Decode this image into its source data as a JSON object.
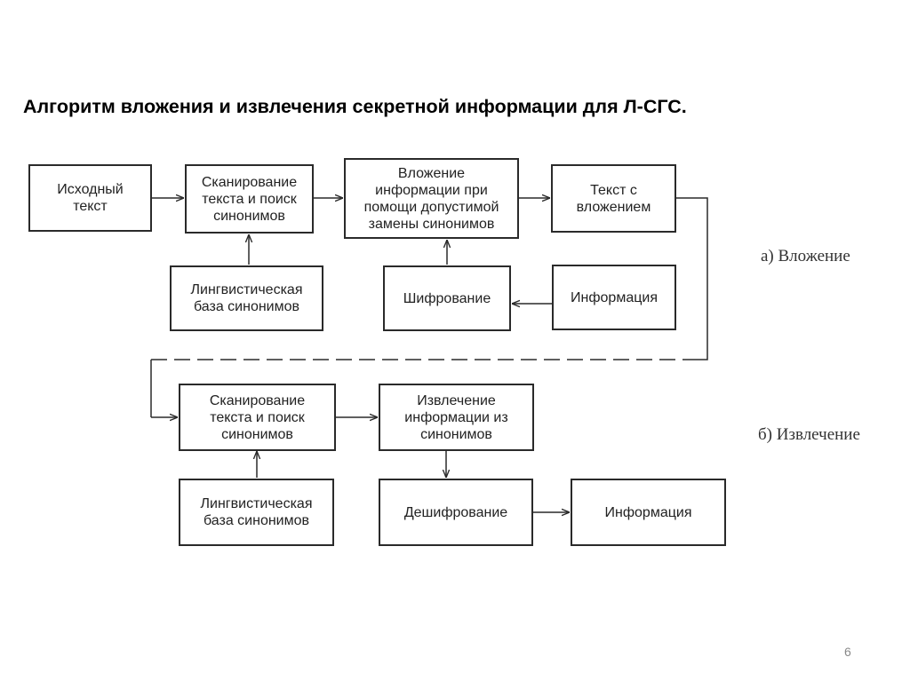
{
  "title": "Алгоритм вложения и извлечения секретной информации для Л-СГС.",
  "section_a_label": "а) Вложение",
  "section_b_label": "б) Извлечение",
  "page_number": "6",
  "boxes": {
    "a_source_text": "Исходный\nтекст",
    "a_scan": "Сканирование\nтекста и поиск\nсинонимов",
    "a_embed": "Вложение\nинформации при\nпомощи допустимой\nзамены синонимов",
    "a_text_with_embed": "Текст с\nвложением",
    "a_ling_base": "Лингвистическая\nбаза синонимов",
    "a_encryption": "Шифрование",
    "a_information": "Информация",
    "b_scan": "Сканирование\nтекста и поиск\nсинонимов",
    "b_extract": "Извлечение\nинформации из\nсинонимов",
    "b_ling_base": "Лингвистическая\nбаза синонимов",
    "b_decryption": "Дешифрование",
    "b_information": "Информация"
  }
}
